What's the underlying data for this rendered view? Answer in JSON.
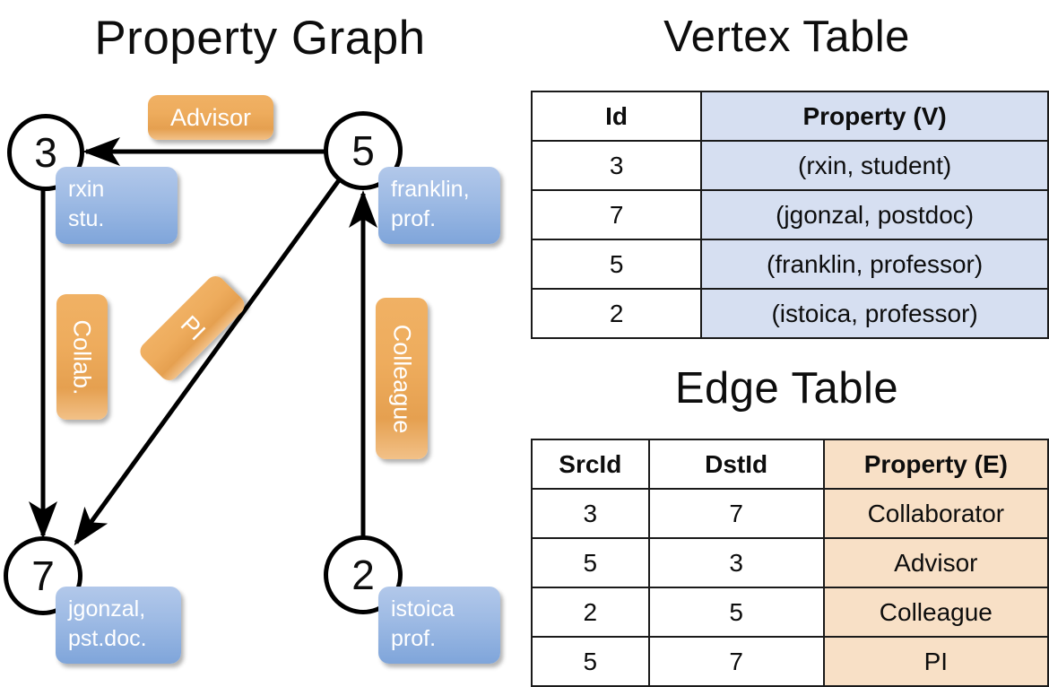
{
  "titles": {
    "property_graph": "Property Graph",
    "vertex_table": "Vertex Table",
    "edge_table": "Edge Table"
  },
  "colors": {
    "vertex_property_bg": "#d6dff1",
    "edge_property_bg": "#f8e0c6",
    "node_property_box": "#9dbae4",
    "edge_label_box": "#eeac5d",
    "stroke": "#000000"
  },
  "graph": {
    "nodes": [
      {
        "id": "3",
        "property": "rxin\nstu."
      },
      {
        "id": "5",
        "property": "franklin,\nprof."
      },
      {
        "id": "7",
        "property": "jgonzal,\npst.doc."
      },
      {
        "id": "2",
        "property": "istoica\nprof."
      }
    ],
    "edge_labels": [
      {
        "name": "advisor",
        "text": "Advisor"
      },
      {
        "name": "collab",
        "text": "Collab."
      },
      {
        "name": "pi",
        "text": "PI"
      },
      {
        "name": "colleague",
        "text": "Colleague"
      }
    ]
  },
  "vertex_table": {
    "headers": [
      "Id",
      "Property (V)"
    ],
    "rows": [
      [
        "3",
        "(rxin, student)"
      ],
      [
        "7",
        "(jgonzal, postdoc)"
      ],
      [
        "5",
        "(franklin, professor)"
      ],
      [
        "2",
        "(istoica, professor)"
      ]
    ]
  },
  "edge_table": {
    "headers": [
      "SrcId",
      "DstId",
      "Property (E)"
    ],
    "rows": [
      [
        "3",
        "7",
        "Collaborator"
      ],
      [
        "5",
        "3",
        "Advisor"
      ],
      [
        "2",
        "5",
        "Colleague"
      ],
      [
        "5",
        "7",
        "PI"
      ]
    ]
  }
}
